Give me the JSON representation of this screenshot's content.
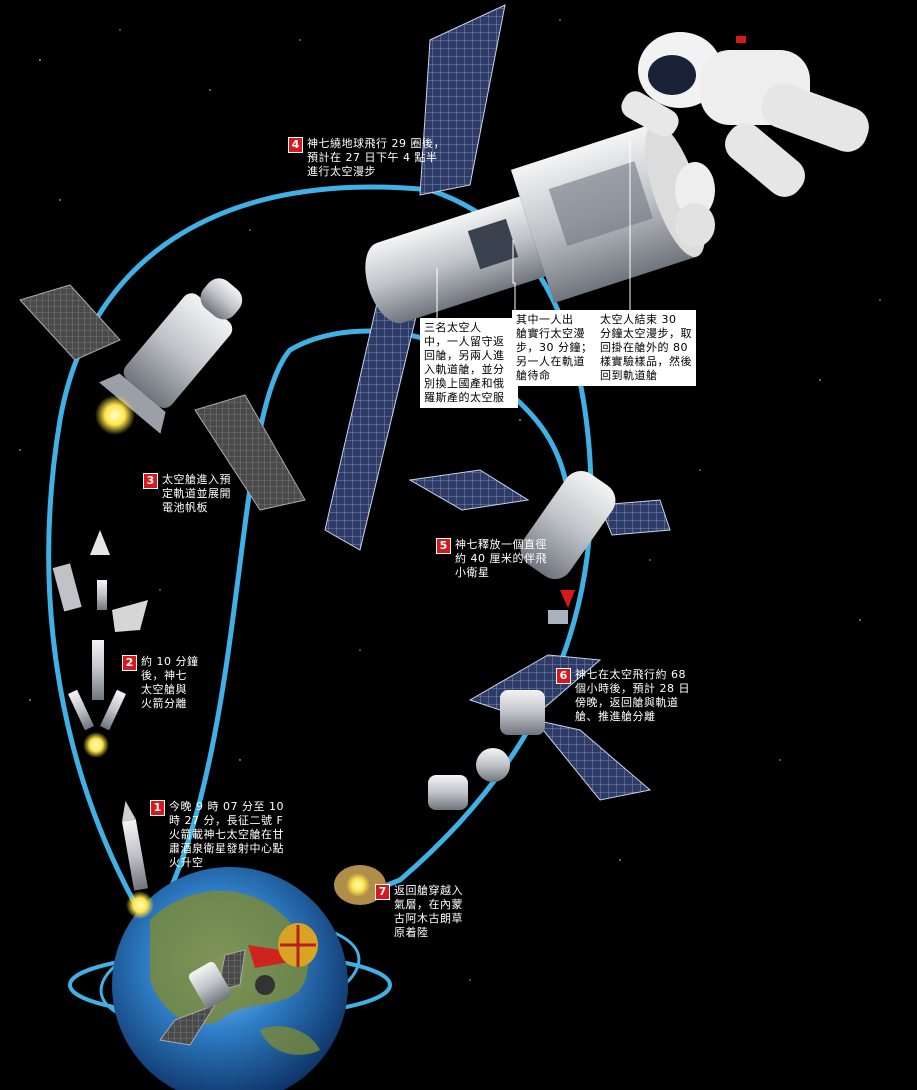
{
  "steps": [
    {
      "num": "1",
      "text": "今晚 9 時 07 分至 10\n時 27 分，長征二號 F\n火箭載神七太空艙在甘\n肅酒泉衛星發射中心點\n火升空"
    },
    {
      "num": "2",
      "text": "約 10 分鐘\n後，神七\n太空艙與\n火箭分離"
    },
    {
      "num": "3",
      "text": "太空艙進入預\n定軌道並展開\n電池帆板"
    },
    {
      "num": "4",
      "text": "神七繞地球飛行 29 圈後，\n預計在 27 日下午 4 點半\n進行太空漫步"
    },
    {
      "num": "5",
      "text": "神七釋放一個直徑\n約 40 厘米的伴飛\n小衛星"
    },
    {
      "num": "6",
      "text": "神七在太空飛行約 68\n個小時後，預計 28 日\n傍晚，返回艙與軌道\n艙、推進艙分離"
    },
    {
      "num": "7",
      "text": "返回艙穿越入\n氣層，在內蒙\n古阿木古朗草\n原着陸"
    }
  ],
  "callouts": [
    {
      "text": "三名太空人\n中，一人留守返\n回艙，另兩人進\n入軌道艙，並分\n別換上國產和俄\n羅斯產的太空服"
    },
    {
      "text": "其中一人出\n艙實行太空漫\n步，30 分鐘；\n另一人在軌道\n艙待命"
    },
    {
      "text": "太空人結束 30\n分鐘太空漫步，取\n回掛在艙外的 80\n樣實驗樣品，然後\n回到軌道艙"
    }
  ],
  "colors": {
    "orbit": "#3fb1e5",
    "badge": "#d8181a",
    "background": "#000000",
    "earth_ocean": "#2f7fc8",
    "earth_land": "#7a8a3a"
  }
}
